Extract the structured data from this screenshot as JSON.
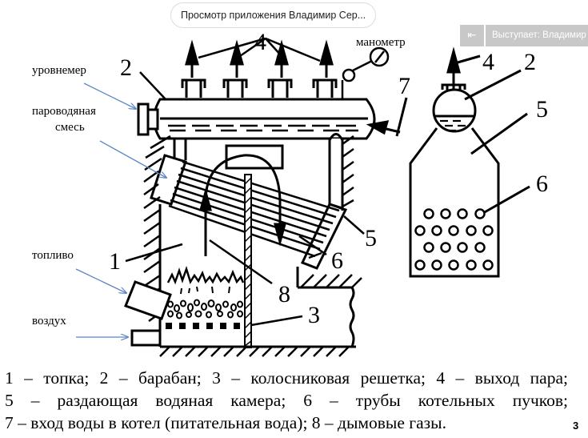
{
  "viewer": {
    "app_pill": "Просмотр приложения Владимир Сер...",
    "presenter_back_icon": "arrow-left-bar-icon",
    "presenter_label": "Выступает: Владимир",
    "page_number": "3"
  },
  "diagram": {
    "left_view": {
      "annotations": {
        "level_gauge": "уровнемер",
        "steam_water_line1": "пароводяная",
        "steam_water_line2": "смесь",
        "fuel": "топливо",
        "air": "воздух",
        "manometer": "манометр"
      },
      "numbers": {
        "n1": "1",
        "n2": "2",
        "n3": "3",
        "n4": "4",
        "n5": "5",
        "n6": "6",
        "n7": "7",
        "n8": "8"
      }
    },
    "right_view": {
      "numbers": {
        "n2": "2",
        "n4": "4",
        "n5": "5",
        "n6": "6"
      }
    },
    "colors": {
      "ink": "#000000",
      "annotation_arrow": "#5b86c5"
    }
  },
  "legend": {
    "line1": "1 – топка; 2 – барабан; 3 – колосниковая решетка; 4 – выход пара;",
    "line2": "5 – раздающая водяная камера; 6 – трубы котельных пучков;",
    "line3": "7 – вход воды в котел (питательная вода); 8 – дымовые газы."
  }
}
